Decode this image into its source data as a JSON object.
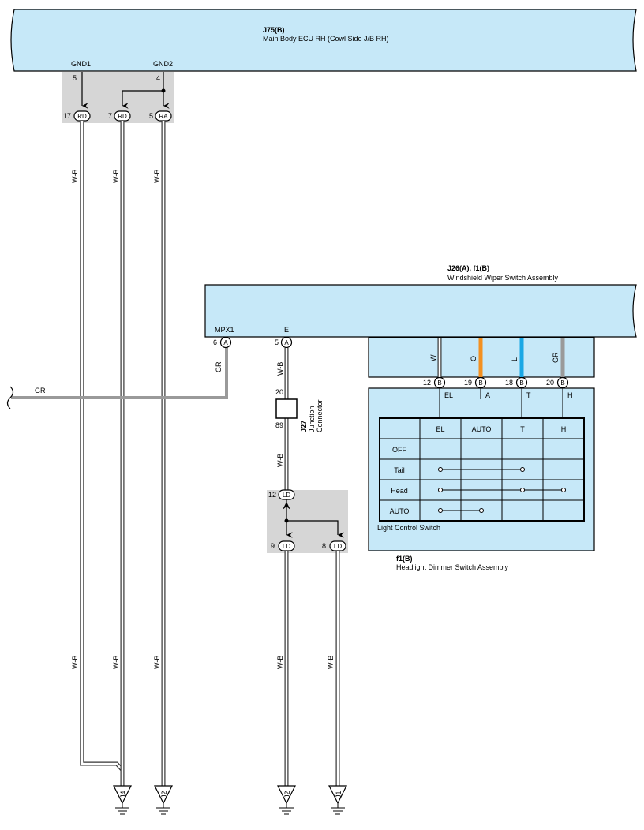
{
  "colors": {
    "component_fill": "#c6e8f8",
    "connector_gray": "#d6d6d6",
    "wire_outline": "#333333",
    "wire_gr": "#9a9a9a",
    "wire_o": "#f39021",
    "wire_l": "#1aa7e5"
  },
  "ecu": {
    "code": "J75(B)",
    "name": "Main Body ECU RH (Cowl Side J/B RH)",
    "gnd1": {
      "label": "GND1",
      "pin": "5"
    },
    "gnd2": {
      "label": "GND2",
      "pin": "4"
    }
  },
  "ecu_junction": [
    {
      "pin": "17",
      "code": "RD"
    },
    {
      "pin": "7",
      "code": "RD"
    },
    {
      "pin": "5",
      "code": "RA"
    }
  ],
  "wire_color_wb": "W-B",
  "wire_color_gr": "GR",
  "wiper_switch": {
    "code": "J26(A), f1(B)",
    "name": "Windshield Wiper Switch Assembly",
    "mpx1": {
      "label": "MPX1",
      "pin": "6",
      "connector": "A"
    },
    "e": {
      "label": "E",
      "pin": "5",
      "connector": "A"
    }
  },
  "junction_connector": {
    "code": "J27",
    "line1": "Junction",
    "line2": "Connector",
    "pin_in": "20",
    "pin_out": "89"
  },
  "ld_junction": [
    {
      "pin": "12",
      "code": "LD"
    },
    {
      "pin": "9",
      "code": "LD"
    },
    {
      "pin": "8",
      "code": "LD"
    }
  ],
  "dimmer_wires": [
    {
      "color": "W",
      "pin": "12",
      "connector": "B",
      "terminal": "EL"
    },
    {
      "color": "O",
      "pin": "19",
      "connector": "B",
      "terminal": "A"
    },
    {
      "color": "L",
      "pin": "18",
      "connector": "B",
      "terminal": "T"
    },
    {
      "color": "GR",
      "pin": "20",
      "connector": "B",
      "terminal": "H"
    }
  ],
  "switch_table": {
    "headers": [
      "EL",
      "AUTO",
      "T",
      "H"
    ],
    "rows": [
      "OFF",
      "Tail",
      "Head",
      "AUTO"
    ]
  },
  "light_control_label": "Light Control Switch",
  "dimmer": {
    "code": "f1(B)",
    "name": "Headlight Dimmer Switch Assembly"
  },
  "grounds": [
    "J4",
    "J2",
    "J2",
    "J1"
  ]
}
